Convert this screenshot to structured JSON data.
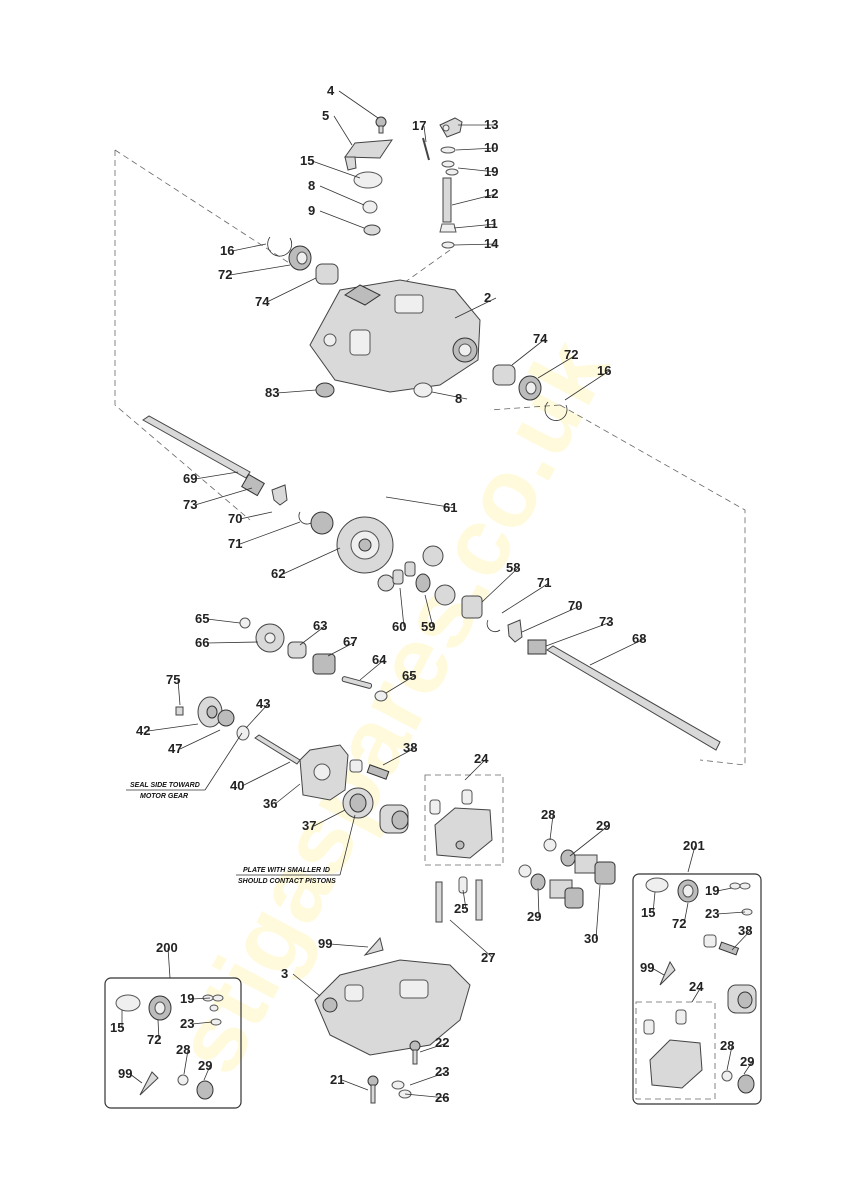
{
  "watermark": "stigaspares.co.uk",
  "notes": {
    "seal": [
      "SEAL SIDE TOWARD",
      "MOTOR GEAR"
    ],
    "plate": [
      "PLATE WITH SMALLER ID",
      "SHOULD CONTACT PISTONS"
    ]
  },
  "kits": [
    "200",
    "201"
  ],
  "labels": [
    "4",
    "5",
    "17",
    "13",
    "10",
    "15",
    "19",
    "8",
    "12",
    "9",
    "11",
    "16",
    "14",
    "72",
    "74",
    "2",
    "74",
    "72",
    "16",
    "83",
    "8",
    "69",
    "73",
    "70",
    "61",
    "71",
    "62",
    "60",
    "59",
    "58",
    "71",
    "70",
    "65",
    "63",
    "73",
    "68",
    "66",
    "67",
    "64",
    "65",
    "75",
    "43",
    "42",
    "47",
    "38",
    "40",
    "24",
    "36",
    "37",
    "28",
    "29",
    "201",
    "19",
    "25",
    "15",
    "72",
    "23",
    "29",
    "30",
    "27",
    "38",
    "99",
    "200",
    "99",
    "3",
    "19",
    "15",
    "72",
    "23",
    "24",
    "28",
    "29",
    "22",
    "28",
    "29",
    "99",
    "23",
    "21",
    "26"
  ]
}
